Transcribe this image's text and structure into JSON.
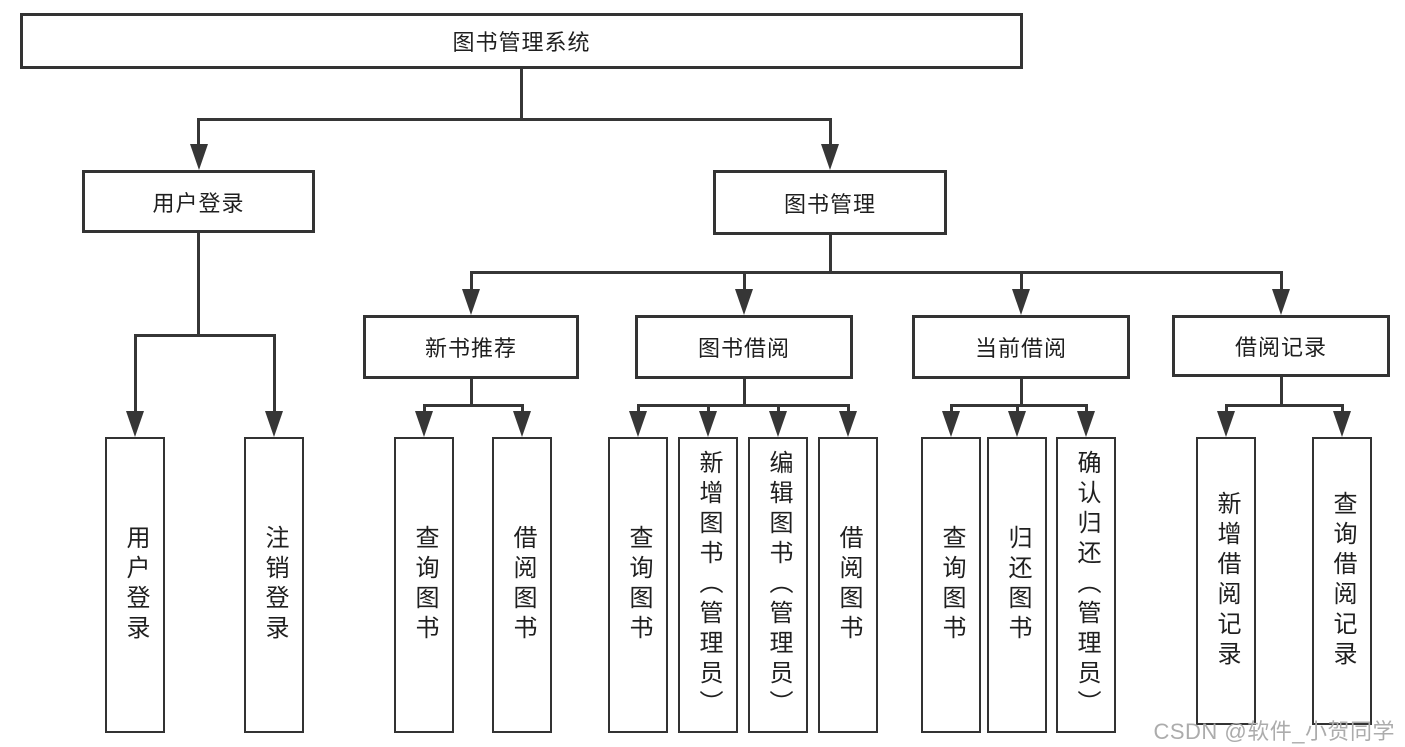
{
  "diagram": {
    "root": {
      "label": "图书管理系统"
    },
    "level2": [
      {
        "id": "user-login",
        "label": "用户登录"
      },
      {
        "id": "book-management",
        "label": "图书管理"
      }
    ],
    "level3": [
      {
        "id": "new-book-recommend",
        "label": "新书推荐",
        "parent": "图书管理"
      },
      {
        "id": "book-borrow",
        "label": "图书借阅",
        "parent": "图书管理"
      },
      {
        "id": "current-borrow",
        "label": "当前借阅",
        "parent": "图书管理"
      },
      {
        "id": "borrow-records",
        "label": "借阅记录",
        "parent": "图书管理"
      }
    ],
    "leaves": [
      {
        "label": "用户登录",
        "parent": "用户登录"
      },
      {
        "label": "注销登录",
        "parent": "用户登录"
      },
      {
        "label": "查询图书",
        "parent": "新书推荐"
      },
      {
        "label": "借阅图书",
        "parent": "新书推荐"
      },
      {
        "label": "查询图书",
        "parent": "图书借阅"
      },
      {
        "label": "新增图书（管理员）",
        "parent": "图书借阅"
      },
      {
        "label": "编辑图书（管理员）",
        "parent": "图书借阅"
      },
      {
        "label": "借阅图书",
        "parent": "图书借阅"
      },
      {
        "label": "查询图书",
        "parent": "当前借阅"
      },
      {
        "label": "归还图书",
        "parent": "当前借阅"
      },
      {
        "label": "确认归还（管理员）",
        "parent": "当前借阅"
      },
      {
        "label": "新增借阅记录",
        "parent": "借阅记录"
      },
      {
        "label": "查询借阅记录",
        "parent": "借阅记录"
      }
    ],
    "watermark": "CSDN @软件_小贺同学",
    "colors": {
      "line": "#363636",
      "border": "#333333",
      "text": "#1f1f1f",
      "watermark": "#acacac",
      "background": "#ffffff"
    }
  }
}
